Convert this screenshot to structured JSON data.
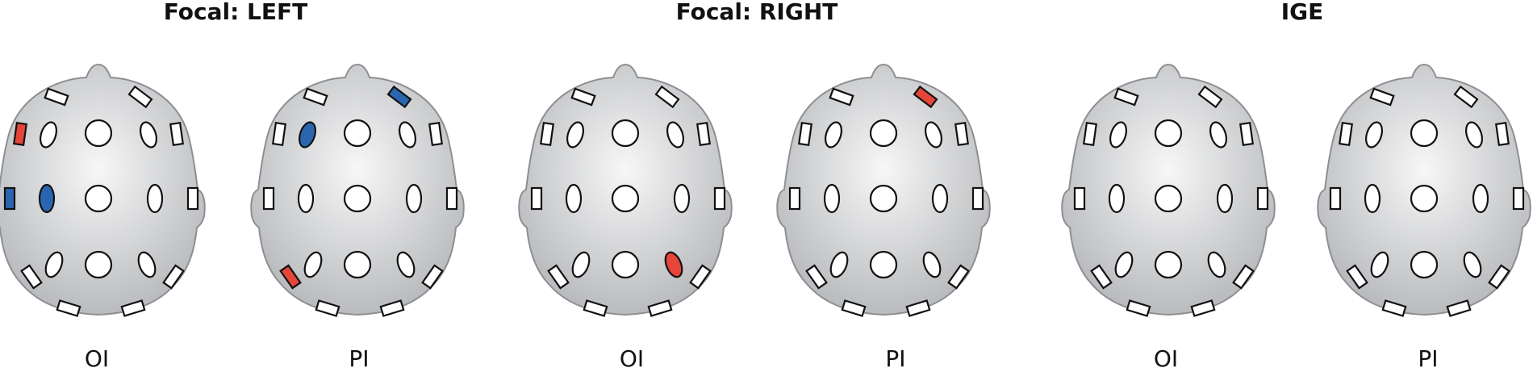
{
  "groups": [
    {
      "title": "Focal: LEFT"
    },
    {
      "title": "Focal: RIGHT"
    },
    {
      "title": "IGE"
    }
  ],
  "colors": {
    "blue": "#2a66b0",
    "red": "#e6453a",
    "white": "#ffffff",
    "head_fill_center": "#f7f7f7",
    "head_fill_edge": "#b7b9bc",
    "head_stroke": "#8d8f92",
    "outline": "#111111"
  },
  "heads": [
    {
      "label": "OI",
      "highlights": {
        "left-side-upper": "red",
        "left-ear": "blue",
        "left-mid-oval": "blue"
      }
    },
    {
      "label": "PI",
      "highlights": {
        "left-front-oval": "blue",
        "right-top": "blue",
        "left-lower-diag": "red"
      }
    },
    {
      "label": "OI",
      "highlights": {
        "right-back-oval": "red"
      }
    },
    {
      "label": "PI",
      "highlights": {
        "right-top": "red"
      }
    },
    {
      "label": "OI",
      "highlights": {}
    },
    {
      "label": "PI",
      "highlights": {}
    }
  ]
}
